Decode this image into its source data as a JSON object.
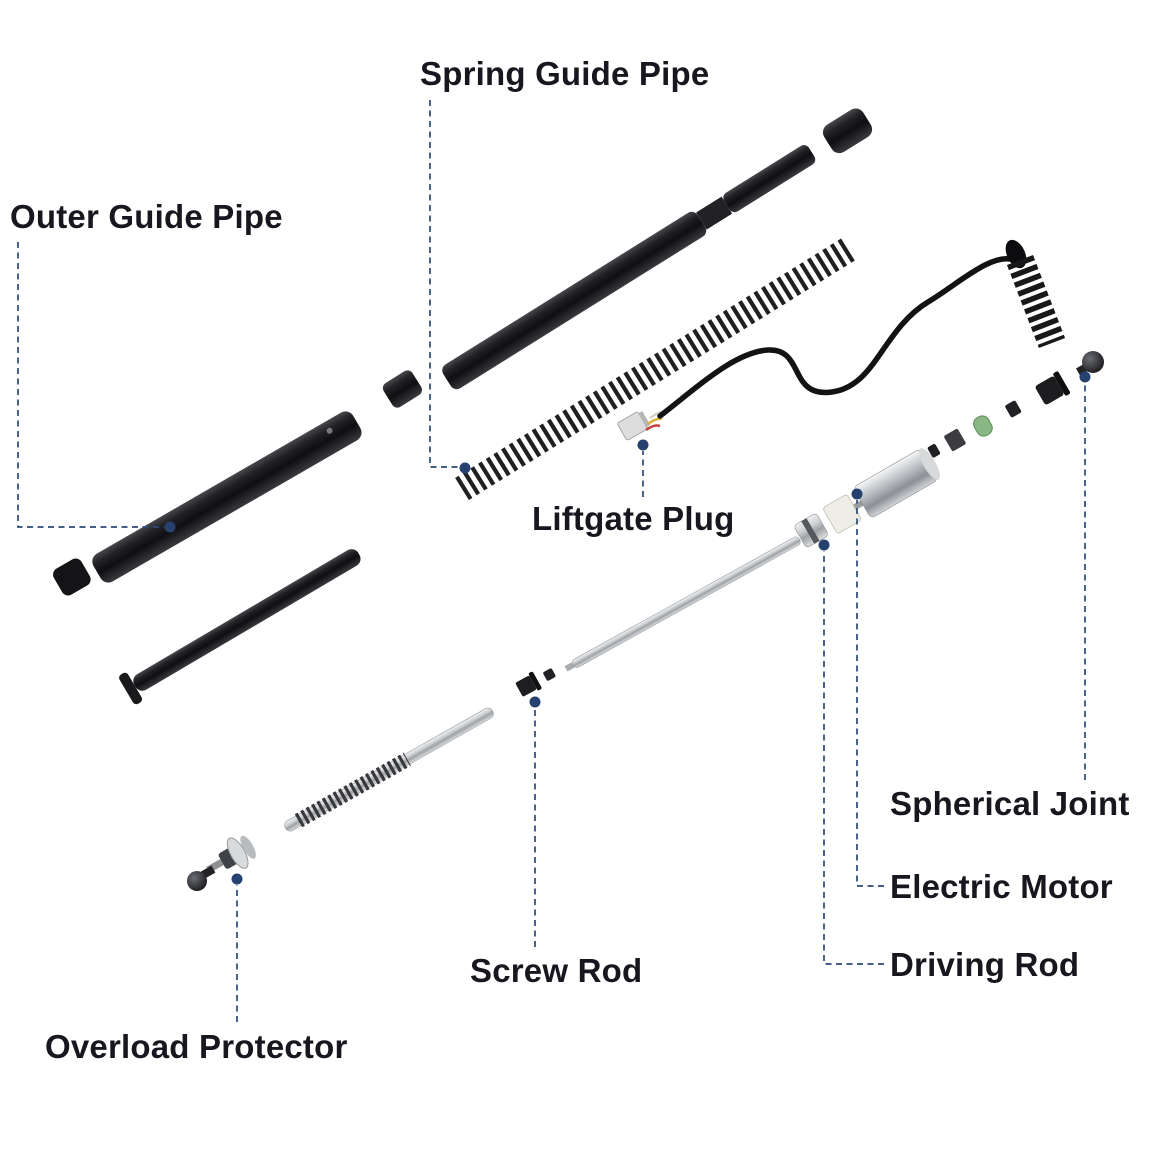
{
  "diagram": {
    "labels": {
      "spring_guide_pipe": "Spring Guide Pipe",
      "outer_guide_pipe": "Outer Guide Pipe",
      "liftgate_plug": "Liftgate Plug",
      "spherical_joint": "Spherical Joint",
      "electric_motor": "Electric Motor",
      "driving_rod": "Driving Rod",
      "screw_rod": "Screw Rod",
      "overload_protector": "Overload Protector"
    },
    "colors": {
      "background": "#ffffff",
      "label_text": "#17171f",
      "leader_line": "#2a4878",
      "callout_dot": "#26416f",
      "pipe_black": "#1b1b1d",
      "metal_silver": "#c7c9cc",
      "gasket_green": "#8ab884",
      "wire_red": "#c84340",
      "wire_yellow": "#ddb33c",
      "wire_white": "#d8d3c8"
    }
  }
}
